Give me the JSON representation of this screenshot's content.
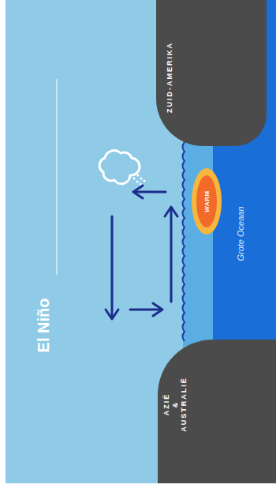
{
  "diagram": {
    "title": "El Niño",
    "nodes": [
      {
        "text": [
          "ZUID-AMERIKA"
        ]
      },
      {
        "text": [
          "WARM"
        ]
      },
      {
        "text": [
          "AZIË & AUSTRALIË"
        ]
      }
    ],
    "labels": [
      "Grote Oceaan"
    ]
  }
}
